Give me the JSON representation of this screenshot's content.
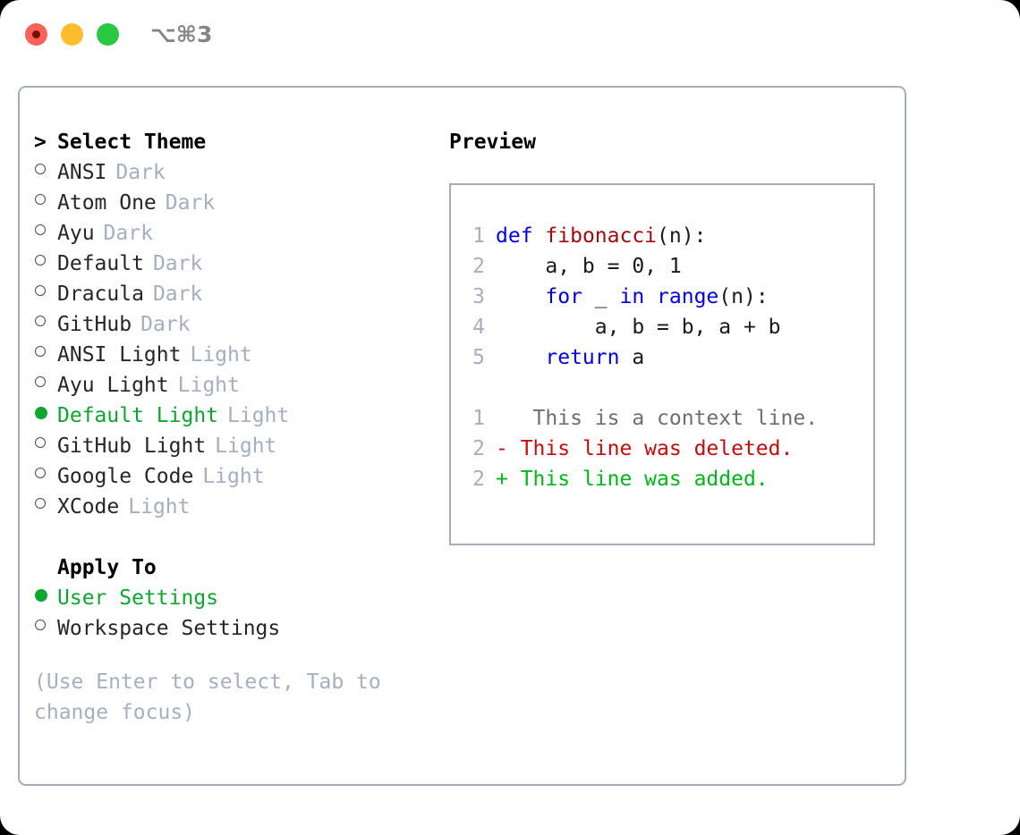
{
  "titlebar": {
    "traffic_lights": [
      {
        "name": "close",
        "color": "#FF6058"
      },
      {
        "name": "minimize",
        "color": "#FFBD2E"
      },
      {
        "name": "maximize",
        "color": "#28C940"
      }
    ],
    "shortcut": "⌥⌘3"
  },
  "theme_picker": {
    "prompt_marker": ">",
    "title": "Select Theme",
    "items": [
      {
        "marker": "o",
        "label": "ANSI",
        "tag": "Dark",
        "selected": false
      },
      {
        "marker": "o",
        "label": "Atom One",
        "tag": "Dark",
        "selected": false
      },
      {
        "marker": "o",
        "label": "Ayu",
        "tag": "Dark",
        "selected": false
      },
      {
        "marker": "o",
        "label": "Default",
        "tag": "Dark",
        "selected": false
      },
      {
        "marker": "o",
        "label": "Dracula",
        "tag": "Dark",
        "selected": false
      },
      {
        "marker": "o",
        "label": "GitHub",
        "tag": "Dark",
        "selected": false
      },
      {
        "marker": "o",
        "label": "ANSI Light",
        "tag": "Light",
        "selected": false
      },
      {
        "marker": "o",
        "label": "Ayu Light",
        "tag": "Light",
        "selected": false
      },
      {
        "marker": "●",
        "label": "Default Light",
        "tag": "Light",
        "selected": true
      },
      {
        "marker": "o",
        "label": "GitHub Light",
        "tag": "Light",
        "selected": false
      },
      {
        "marker": "o",
        "label": "Google Code",
        "tag": "Light",
        "selected": false
      },
      {
        "marker": "o",
        "label": "XCode",
        "tag": "Light",
        "selected": false
      }
    ]
  },
  "apply_to": {
    "title": "Apply To",
    "options": [
      {
        "marker": "●",
        "label": "User Settings",
        "selected": true
      },
      {
        "marker": "o",
        "label": "Workspace Settings",
        "selected": false
      }
    ]
  },
  "hint": "(Use Enter to select, Tab to change focus)",
  "preview": {
    "title": "Preview",
    "code_lines": [
      {
        "no": "1",
        "tokens": [
          {
            "t": "def",
            "c": "kw"
          },
          {
            "t": " ",
            "c": "plain"
          },
          {
            "t": "fibonacci",
            "c": "fnname"
          },
          {
            "t": "(n):",
            "c": "plain"
          }
        ]
      },
      {
        "no": "2",
        "tokens": [
          {
            "t": "    a, b = 0, 1",
            "c": "plain"
          }
        ]
      },
      {
        "no": "3",
        "tokens": [
          {
            "t": "    ",
            "c": "plain"
          },
          {
            "t": "for",
            "c": "kw"
          },
          {
            "t": " _ ",
            "c": "plain"
          },
          {
            "t": "in",
            "c": "kw"
          },
          {
            "t": " ",
            "c": "plain"
          },
          {
            "t": "range",
            "c": "kw"
          },
          {
            "t": "(n):",
            "c": "plain"
          }
        ]
      },
      {
        "no": "4",
        "tokens": [
          {
            "t": "        a, b = b, a + b",
            "c": "plain"
          }
        ]
      },
      {
        "no": "5",
        "tokens": [
          {
            "t": "    ",
            "c": "plain"
          },
          {
            "t": "return",
            "c": "kw"
          },
          {
            "t": " a",
            "c": "plain"
          }
        ]
      }
    ],
    "diff_lines": [
      {
        "no": "1",
        "sign": " ",
        "text": "  This is a context line.",
        "kind": "ctx"
      },
      {
        "no": "2",
        "sign": "-",
        "text": " This line was deleted.",
        "kind": "del"
      },
      {
        "no": "2",
        "sign": "+",
        "text": " This line was added.",
        "kind": "add"
      }
    ]
  },
  "colors": {
    "accent_green": "#0CA72E",
    "muted": "#a6aec0",
    "border": "#a3adbd",
    "keyword_blue": "#0000E8",
    "function_red": "#A50B0B",
    "diff_delete": "#C70B0B",
    "diff_add": "#00B817"
  }
}
